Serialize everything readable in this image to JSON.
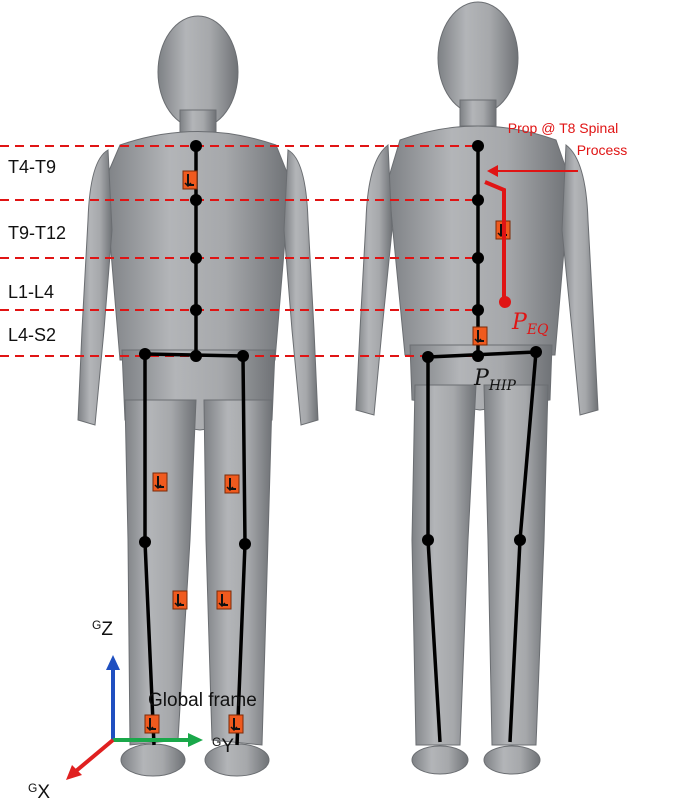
{
  "segment_labels": [
    "T4-T9",
    "T9-T12",
    "L1-L4",
    "L4-S2"
  ],
  "prop_label": {
    "line1": "Prop @ T8 Spinal",
    "line2": "Process"
  },
  "point_labels": {
    "eq": {
      "main": "P",
      "sub": "EQ"
    },
    "hip": {
      "main": "P",
      "sub": "HIP"
    }
  },
  "frame": {
    "title": "Global frame",
    "z_sup": "G",
    "z": "Z",
    "y_sup": "G",
    "y": "Y",
    "x_sup": "G",
    "x": "X"
  },
  "colors": {
    "body": "#a3a5a8",
    "body_dark": "#7d8084",
    "skeleton": "#000000",
    "annotation": "#e01414",
    "sensor": "#f05a1e",
    "axis_z": "#1f4fc0",
    "axis_y": "#1aa84a",
    "axis_x": "#e02020"
  }
}
